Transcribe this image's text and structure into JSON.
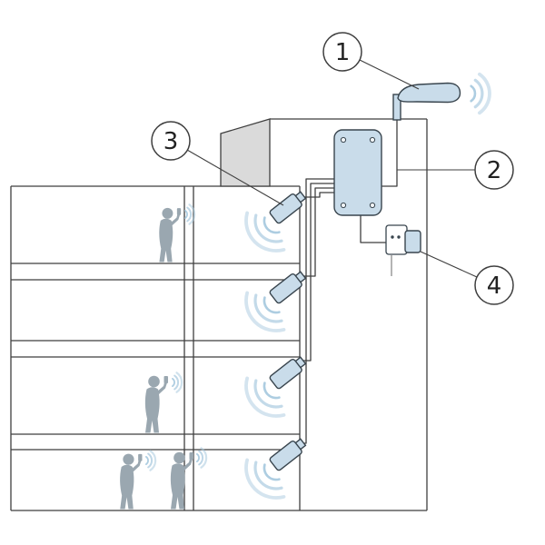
{
  "diagram": {
    "description": "In-building cellular signal booster installation schematic",
    "background_color": "#ffffff",
    "colors": {
      "line": "#3f3f3f",
      "device_fill": "#c9dcea",
      "device_stroke": "#39454e",
      "wave": "#a9cadf",
      "roof_fill": "#dadada",
      "person_fill": "#9aa7b0",
      "callout_text": "#222222"
    },
    "callouts": [
      {
        "id": "1",
        "component": "outdoor-donor-antenna"
      },
      {
        "id": "2",
        "component": "signal-booster-amplifier"
      },
      {
        "id": "3",
        "component": "indoor-panel-antenna"
      },
      {
        "id": "4",
        "component": "power-outlet"
      }
    ],
    "building": {
      "floors": 4,
      "indoor_antennas": 4,
      "people_with_phones": 4
    }
  }
}
